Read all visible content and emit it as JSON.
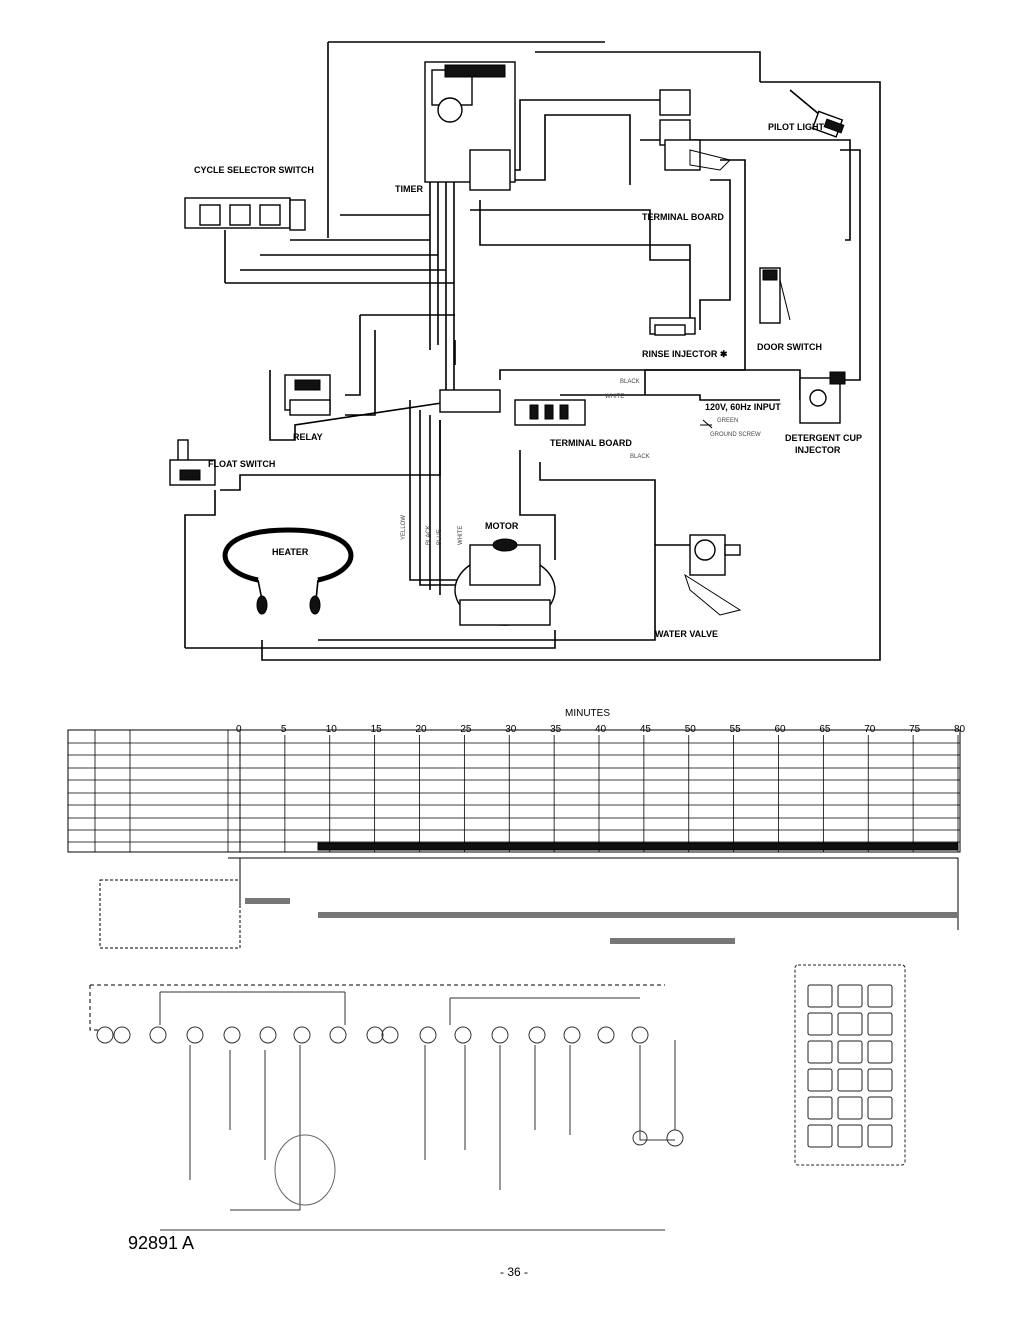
{
  "components": {
    "cycle_selector_switch": "CYCLE SELECTOR SWITCH",
    "timer": "TIMER",
    "pilot_light": "PILOT LIGHT",
    "terminal_board_top": "TERMINAL BOARD",
    "rinse_injector": "RINSE INJECTOR ✱",
    "door_switch": "DOOR SWITCH",
    "input": "120V, 60Hz INPUT",
    "ground_screw": "GROUND SCREW",
    "detergent_cup_injector_1": "DETERGENT CUP",
    "detergent_cup_injector_2": "INJECTOR",
    "relay": "RELAY",
    "terminal_board_bottom": "TERMINAL BOARD",
    "float_switch": "FLOAT SWITCH",
    "heater": "HEATER",
    "motor": "MOTOR",
    "water_valve": "WATER VALVE"
  },
  "wire_colors": {
    "yellow": "YELLOW",
    "black": "BLACK",
    "blue": "BLUE",
    "white": "WHITE",
    "white_2": "WHITE",
    "black_2": "BLACK",
    "black_3": "BLACK",
    "green": "GREEN"
  },
  "chart": {
    "title": "MINUTES",
    "ticks": [
      "0",
      "5",
      "10",
      "15",
      "20",
      "25",
      "30",
      "35",
      "40",
      "45",
      "50",
      "55",
      "60",
      "65",
      "70",
      "75",
      "80"
    ]
  },
  "doc_id": "92891 A",
  "page_number": "- 36 -"
}
